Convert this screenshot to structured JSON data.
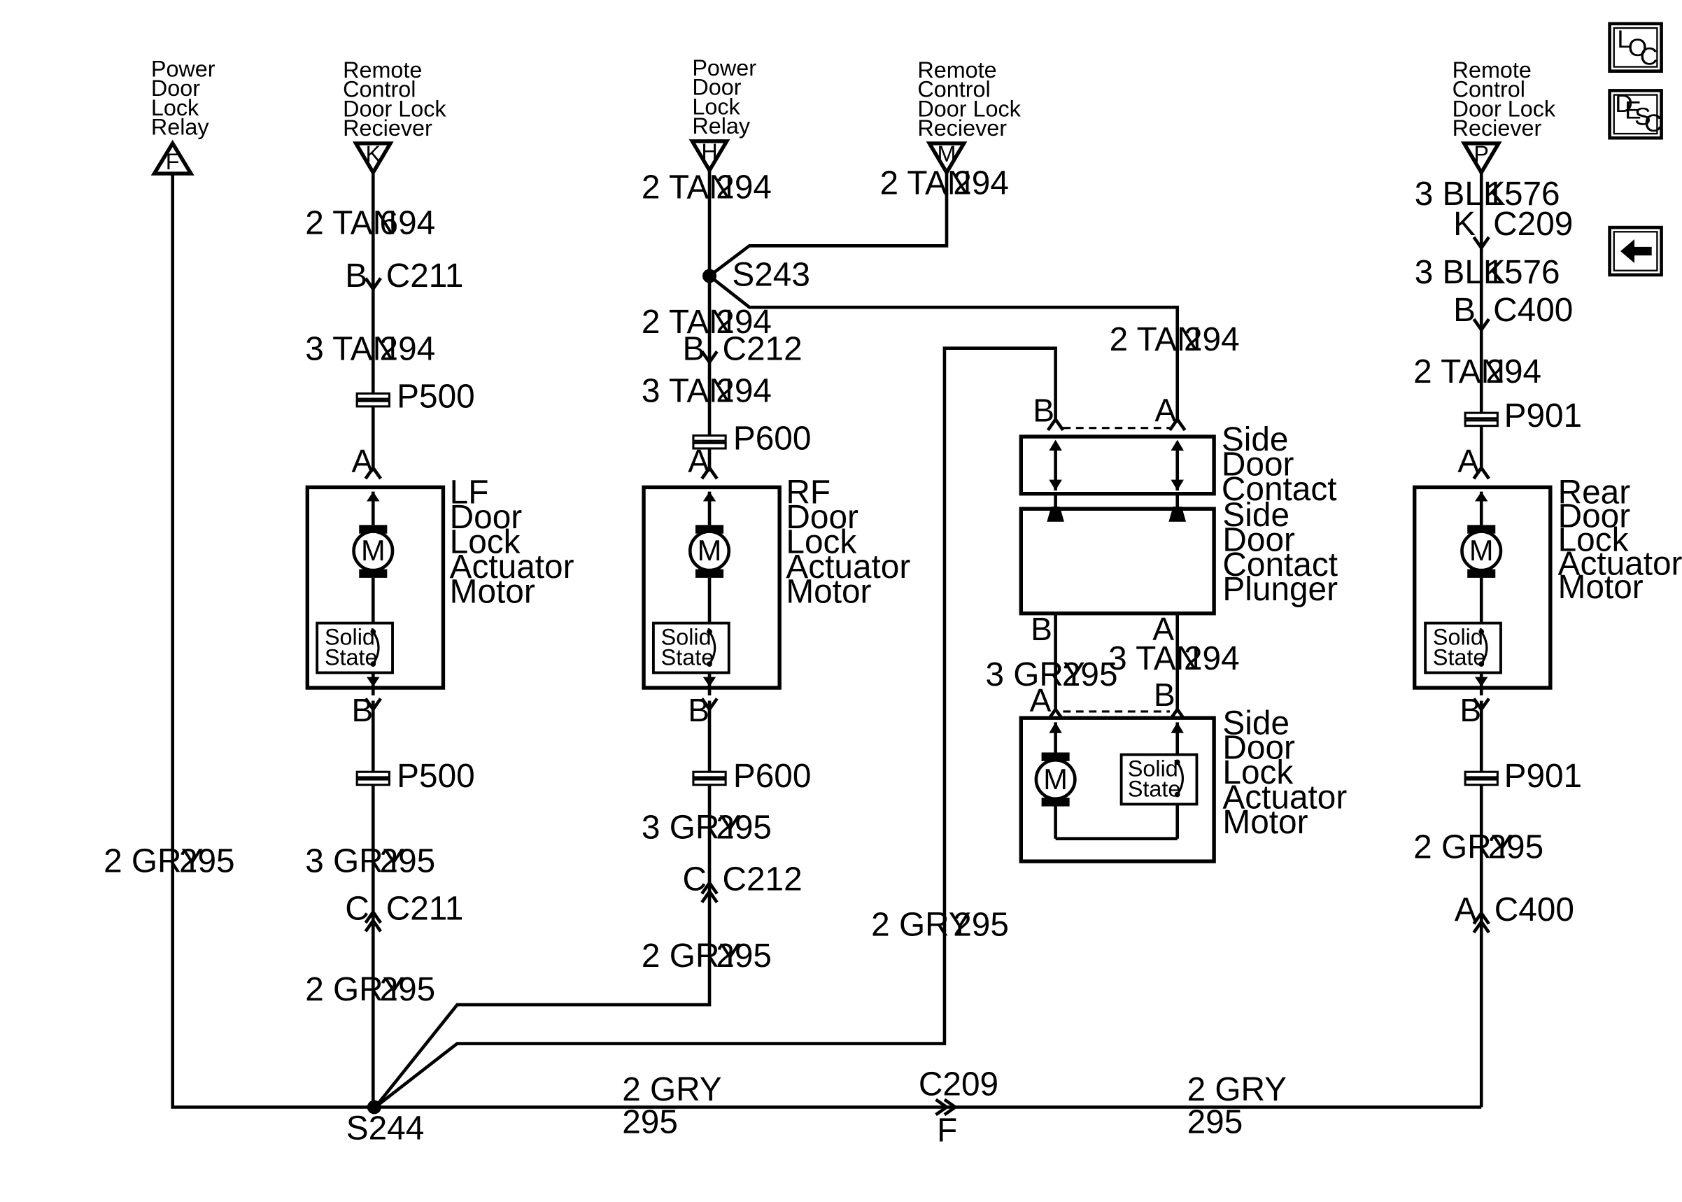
{
  "sources": {
    "pdlr_f": {
      "lines": [
        "Power",
        "Door",
        "Lock",
        "Relay"
      ],
      "pin": "F"
    },
    "rcdl_k": {
      "lines": [
        "Remote",
        "Control",
        "Door Lock",
        "Reciever"
      ],
      "pin": "K"
    },
    "pdlr_h": {
      "lines": [
        "Power",
        "Door",
        "Lock",
        "Relay"
      ],
      "pin": "H"
    },
    "rcdl_m": {
      "lines": [
        "Remote",
        "Control",
        "Door Lock",
        "Reciever"
      ],
      "pin": "M"
    },
    "rcdl_p": {
      "lines": [
        "Remote",
        "Control",
        "Door Lock",
        "Reciever"
      ],
      "pin": "P"
    }
  },
  "nav": {
    "loc_icon": [
      "L",
      "O",
      "C"
    ],
    "desc_icon": [
      "D",
      "E",
      "S",
      "C"
    ],
    "back": "back-arrow-icon"
  },
  "lf": {
    "w1_gauge": "2 TAN",
    "w1_circ": "694",
    "c1_pin": "B",
    "c1_name": "C211",
    "w2_gauge": "3 TAN",
    "w2_circ": "294",
    "p_top": "P500",
    "pin_a": "A",
    "title": [
      "LF",
      "Door",
      "Lock",
      "Actuator",
      "Motor"
    ],
    "motor": "M",
    "ss": [
      "Solid",
      "State"
    ],
    "pin_b": "B",
    "p_bot": "P500",
    "w3_gauge": "3 GRY",
    "w3_circ": "295",
    "c2_pin": "C",
    "c2_name": "C211",
    "w4_gauge": "2 GRY",
    "w4_circ": "295"
  },
  "rf": {
    "w1_gauge": "2 TAN",
    "w1_circ": "294",
    "splice": "S243",
    "w2_gauge": "2 TAN",
    "w2_circ": "294",
    "c1_pin": "B",
    "c1_name": "C212",
    "w3_gauge": "3 TAN",
    "w3_circ": "294",
    "p_top": "P600",
    "pin_a": "A",
    "title": [
      "RF",
      "Door",
      "Lock",
      "Actuator",
      "Motor"
    ],
    "motor": "M",
    "ss": [
      "Solid",
      "State"
    ],
    "pin_b": "B",
    "p_bot": "P600",
    "w4_gauge": "3 GRY",
    "w4_circ": "295",
    "c2_pin": "C",
    "c2_name": "C212",
    "w5_gauge": "2 GRY",
    "w5_circ": "295"
  },
  "m_branch": {
    "gauge": "2 TAN",
    "circ": "294"
  },
  "side": {
    "w_top_gauge": "2 TAN",
    "w_top_circ": "294",
    "contact_pin_b": "B",
    "contact_pin_a": "A",
    "contact_title": [
      "Side",
      "Door",
      "Contact"
    ],
    "plunger_title": [
      "Side",
      "Door",
      "Contact",
      "Plunger"
    ],
    "plunger_pin_b": "B",
    "plunger_pin_a": "A",
    "w_b_gauge": "3 GRY",
    "w_b_circ": "295",
    "w_a_gauge": "3 TAN",
    "w_a_circ": "294",
    "motor_pin_a": "A",
    "motor_pin_b": "B",
    "motor_title": [
      "Side",
      "Door",
      "Lock",
      "Actuator",
      "Motor"
    ],
    "motor": "M",
    "ss": [
      "Solid",
      "State"
    ],
    "w_gry_gauge": "2 GRY",
    "w_gry_circ": "295"
  },
  "rear": {
    "w1_gauge": "3 BLK",
    "w1_circ": "1576",
    "c1_pin": "K",
    "c1_name": "C209",
    "w2_gauge": "3 BLK",
    "w2_circ": "1576",
    "c2_pin": "B",
    "c2_name": "C400",
    "w3_gauge": "2 TAN",
    "w3_circ": "294",
    "p_top": "P901",
    "pin_a": "A",
    "title": [
      "Rear",
      "Door",
      "Lock",
      "Actuator",
      "Motor"
    ],
    "motor": "M",
    "ss": [
      "Solid",
      "State"
    ],
    "pin_b": "B",
    "p_bot": "P901",
    "w4_gauge": "2 GRY",
    "w4_circ": "295",
    "c3_pin": "A",
    "c3_name": "C400"
  },
  "left_wire": {
    "gauge": "2 GRY",
    "circ": "295"
  },
  "bottom": {
    "splice": "S244",
    "w_left_gauge": "2 GRY",
    "w_left_circ": "295",
    "conn_name": "C209",
    "conn_pin": "F",
    "w_right_gauge": "2 GRY",
    "w_right_circ": "295"
  }
}
